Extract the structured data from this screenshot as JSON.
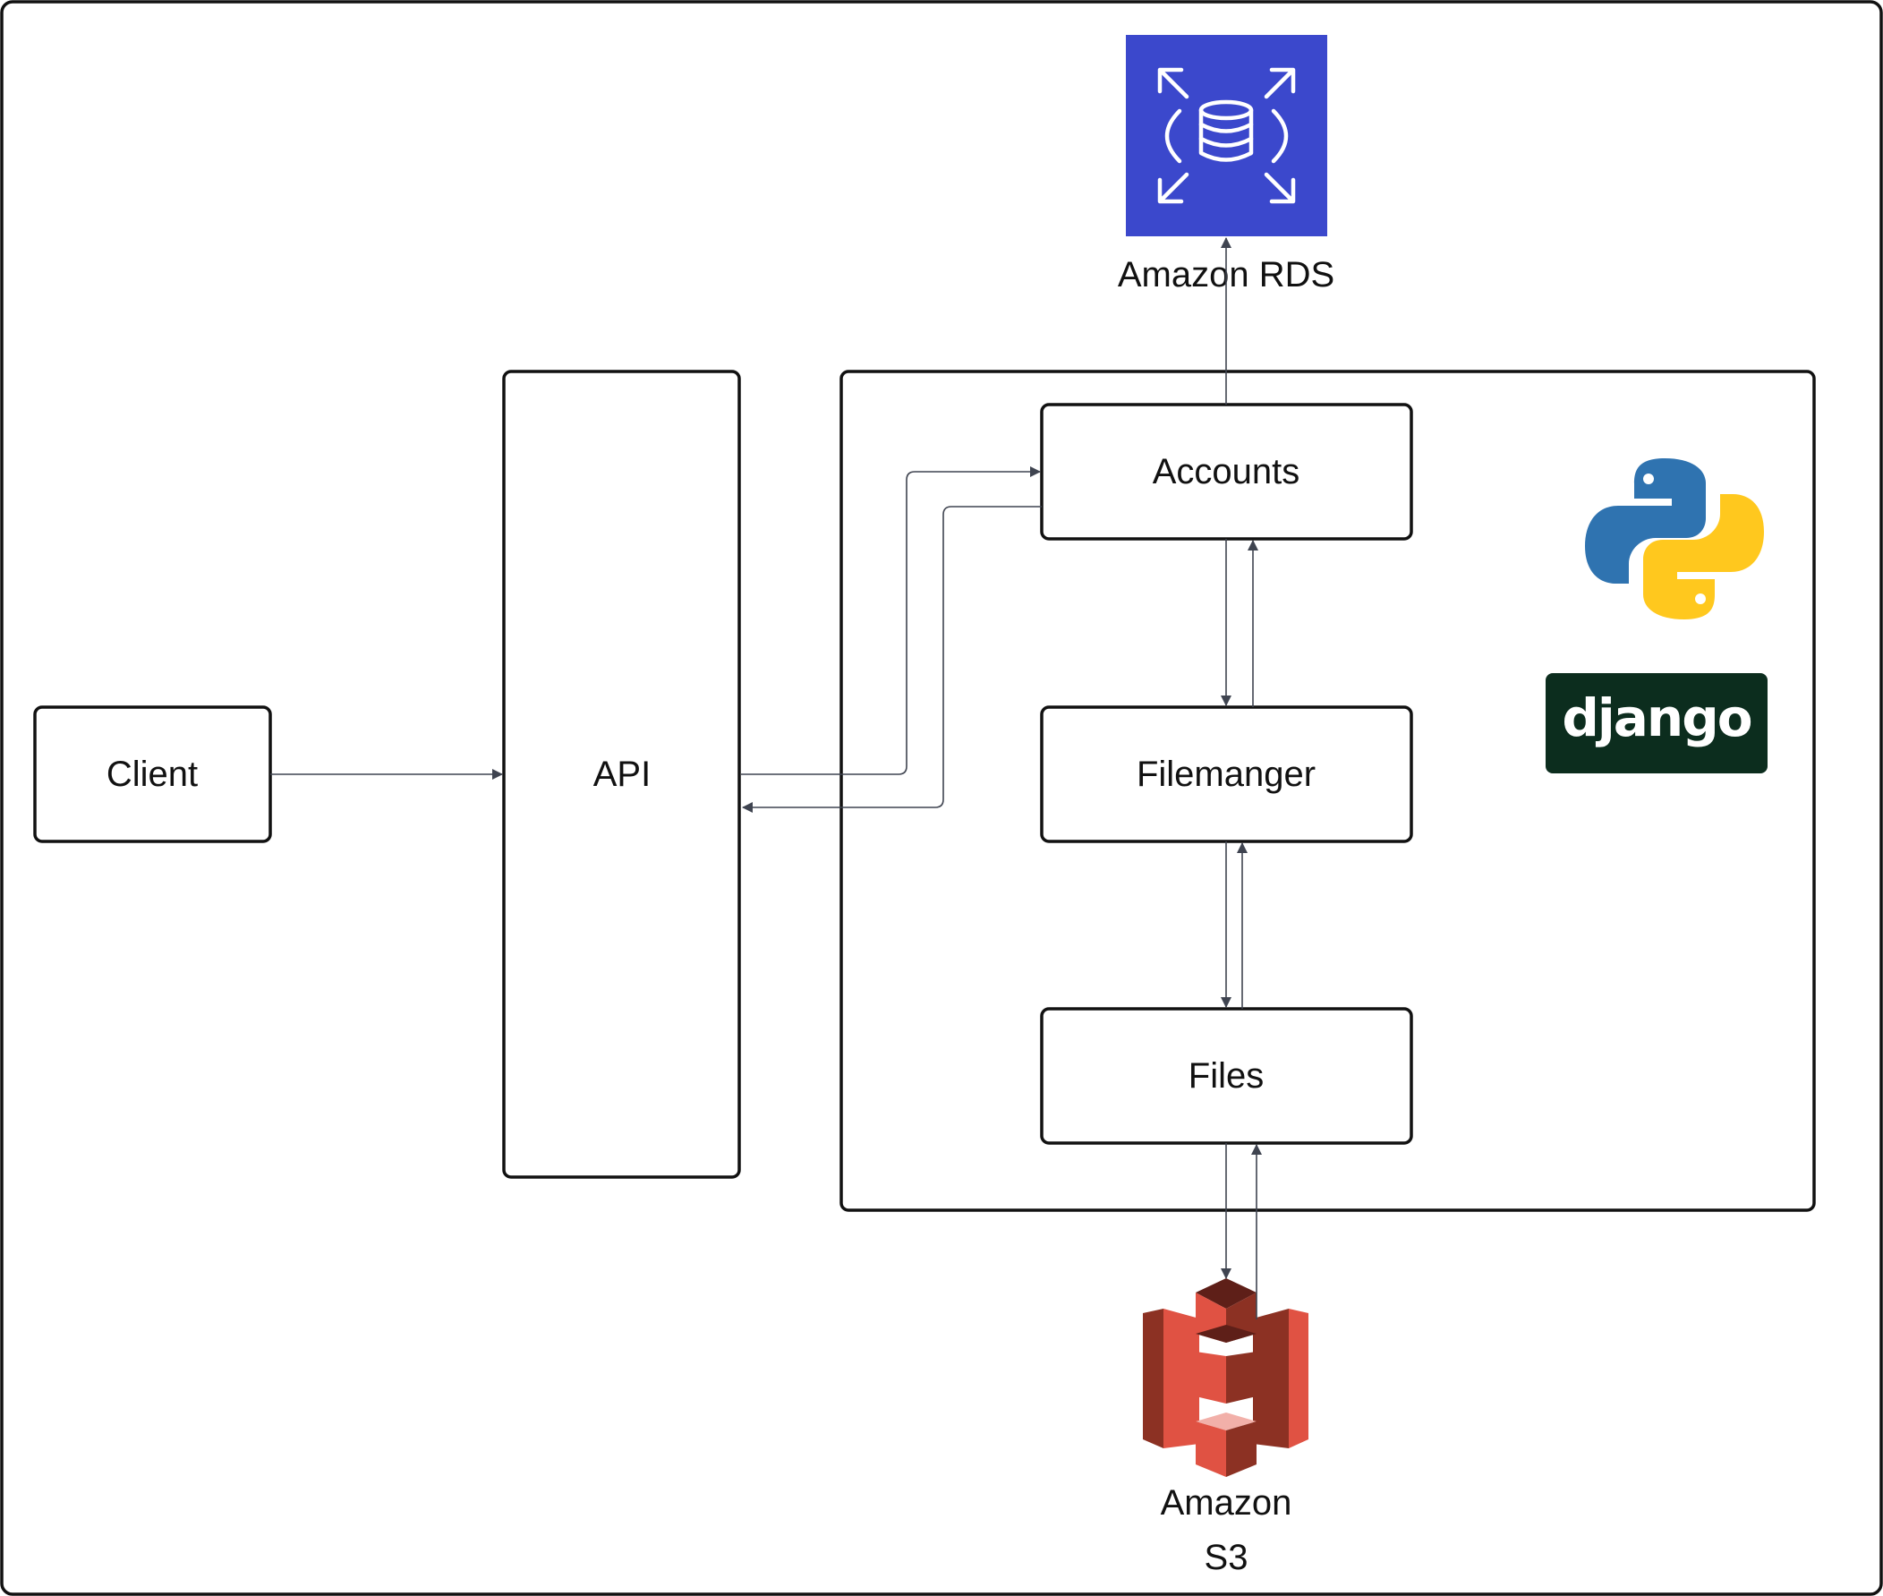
{
  "nodes": {
    "client": "Client",
    "api": "API",
    "accounts": "Accounts",
    "filemanager": "Filemanger",
    "files": "Files",
    "rds": "Amazon RDS",
    "s3_line1": "Amazon",
    "s3_line2": "S3"
  },
  "logos": {
    "python_icon": "python-logo",
    "django_text": "django"
  },
  "colors": {
    "rds_bg": "#3b48cc",
    "s3_red_light": "#e05243",
    "s3_red_dark": "#8c3123",
    "s3_pink": "#f2b0a9",
    "python_blue": "#2f73b0",
    "python_yellow": "#ffc81e",
    "django_green": "#0c2d1e",
    "edge": "#3f4450"
  }
}
